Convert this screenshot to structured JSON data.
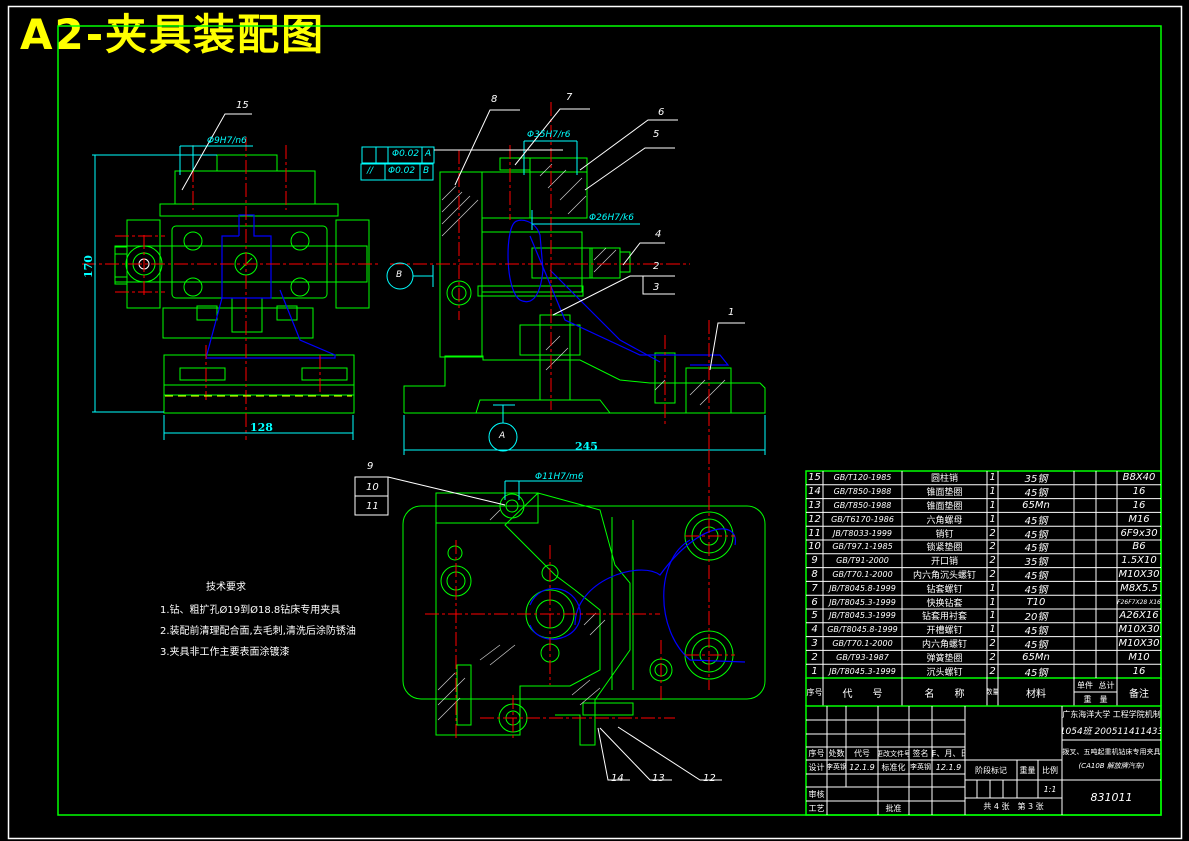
{
  "drawing": {
    "title": "A2-夹具装配图",
    "colors": {
      "background": "#000000",
      "frame": "#ffffff",
      "outline": "#00ff00",
      "centerline": "#ff0000",
      "dimension": "#00ffff",
      "hidden": "#0000ff",
      "title": "#ffff00",
      "text": "#ffffff"
    }
  },
  "views": {
    "front": {
      "callouts": [
        "15"
      ],
      "dims": {
        "fit": "Φ9H7/n6",
        "height": "170",
        "width": "128"
      }
    },
    "side": {
      "callouts": [
        "8",
        "7",
        "6",
        "5",
        "4",
        "2",
        "3",
        "1"
      ],
      "dims": {
        "fit_top": "Φ35H7/r6",
        "fit_mid": "Φ26H7/k6",
        "length": "245"
      },
      "tolerances": [
        {
          "symbol": "",
          "value": "Φ0.02",
          "datum": "A"
        },
        {
          "symbol": "//",
          "value": "Φ0.02",
          "datum": "B"
        }
      ],
      "datums": [
        "A",
        "B"
      ]
    },
    "top": {
      "callouts": [
        "9",
        "10",
        "11",
        "14",
        "13",
        "12"
      ],
      "dims": {
        "fit": "Φ11H7/m6"
      }
    }
  },
  "tech_requirements": {
    "title": "技术要求",
    "items": [
      "1.钻、粗扩孔Ø19到Ø18.8钻床专用夹具",
      "2.装配前清理配合面,去毛刺,清洗后涂防锈油",
      "3.夹具非工作主要表面涂镀漆"
    ]
  },
  "parts_list": {
    "rows": [
      {
        "no": "15",
        "code": "GB/T120-1985",
        "name": "圆柱销",
        "qty": "1",
        "material": "35钢",
        "unit": "",
        "total": "",
        "note": "B8X40"
      },
      {
        "no": "14",
        "code": "GB/T850-1988",
        "name": "锥面垫圈",
        "qty": "1",
        "material": "45钢",
        "unit": "",
        "total": "",
        "note": "16"
      },
      {
        "no": "13",
        "code": "GB/T850-1988",
        "name": "锥面垫圈",
        "qty": "1",
        "material": "65Mn",
        "unit": "",
        "total": "",
        "note": "16"
      },
      {
        "no": "12",
        "code": "GB/T6170-1986",
        "name": "六角螺母",
        "qty": "1",
        "material": "45钢",
        "unit": "",
        "total": "",
        "note": "M16"
      },
      {
        "no": "11",
        "code": "JB/T8033-1999",
        "name": "销钉",
        "qty": "2",
        "material": "45钢",
        "unit": "",
        "total": "",
        "note": "6F9x30"
      },
      {
        "no": "10",
        "code": "GB/T97.1-1985",
        "name": "锁紧垫圈",
        "qty": "2",
        "material": "45钢",
        "unit": "",
        "total": "",
        "note": "B6"
      },
      {
        "no": "9",
        "code": "GB/T91-2000",
        "name": "开口销",
        "qty": "2",
        "material": "35钢",
        "unit": "",
        "total": "",
        "note": "1.5X10"
      },
      {
        "no": "8",
        "code": "GB/T70.1-2000",
        "name": "内六角沉头螺钉",
        "qty": "2",
        "material": "45钢",
        "unit": "",
        "total": "",
        "note": "M10X30"
      },
      {
        "no": "7",
        "code": "JB/T8045.8-1999",
        "name": "钻套螺钉",
        "qty": "1",
        "material": "45钢",
        "unit": "",
        "total": "",
        "note": "M8X5.5"
      },
      {
        "no": "6",
        "code": "JB/T8045.3-1999",
        "name": "快换钻套",
        "qty": "1",
        "material": "T10",
        "unit": "",
        "total": "",
        "note": "F26F7X28 X16"
      },
      {
        "no": "5",
        "code": "JB/T8045.3-1999",
        "name": "钻套用衬套",
        "qty": "1",
        "material": "20钢",
        "unit": "",
        "total": "",
        "note": "A26X16"
      },
      {
        "no": "4",
        "code": "GB/T8045.8-1999",
        "name": "开槽螺钉",
        "qty": "1",
        "material": "45钢",
        "unit": "",
        "total": "",
        "note": "M10X30"
      },
      {
        "no": "3",
        "code": "GB/T70.1-2000",
        "name": "内六角螺钉",
        "qty": "2",
        "material": "45钢",
        "unit": "",
        "total": "",
        "note": "M10X30"
      },
      {
        "no": "2",
        "code": "GB/T93-1987",
        "name": "弹簧垫圈",
        "qty": "2",
        "material": "65Mn",
        "unit": "",
        "total": "",
        "note": "M10"
      },
      {
        "no": "1",
        "code": "JB/T8045.3-1999",
        "name": "沉头螺钉",
        "qty": "2",
        "material": "45钢",
        "unit": "",
        "total": "",
        "note": "16"
      }
    ],
    "header": {
      "no": "序号",
      "code": "代　　号",
      "name": "名　　称",
      "qty": "数量",
      "material": "材料",
      "unit": "单件",
      "total": "总计",
      "weight": "重　量",
      "note": "备注"
    }
  },
  "title_block": {
    "school": "广东海洋大学 工程学院机制",
    "student": "1054班 200511411433",
    "project": "拨叉、五吨起重机钻床专用夹具",
    "project_sub": "(CA10B 解放牌汽车)",
    "drawing_no": "831011",
    "rev_headers": [
      "序号",
      "处数",
      "代号",
      "更改文件号",
      "签名",
      "年、月、日"
    ],
    "design_label": "设计",
    "designer": "李英钢",
    "design_date": "12.1.9",
    "standard_label": "标准化",
    "standardizer": "李英钢",
    "standard_date": "12.1.9",
    "review_label": "审核",
    "process_label": "工艺",
    "approve_label": "批准",
    "stage_label": "阶段标记",
    "weight_label": "重量",
    "scale_label": "比例",
    "scale": "1:1",
    "sheets": "共 4 张　第 3 张"
  }
}
